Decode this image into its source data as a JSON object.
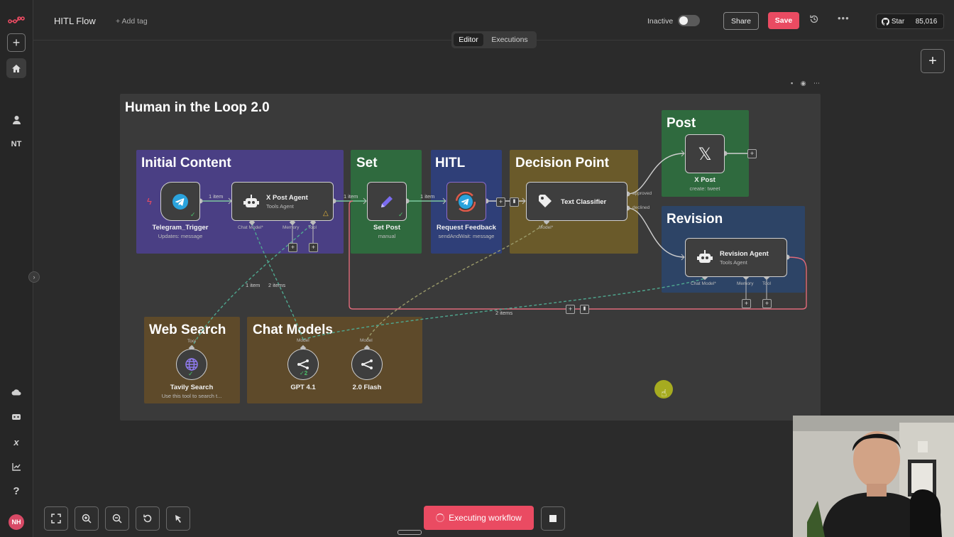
{
  "header": {
    "workflow_title": "HITL Flow",
    "add_tag": "+ Add tag",
    "status_label": "Inactive",
    "share_label": "Share",
    "save_label": "Save",
    "github_star_label": "Star",
    "github_star_count": "85,016",
    "tabs": [
      {
        "label": "Editor",
        "active": true
      },
      {
        "label": "Executions",
        "active": false
      }
    ]
  },
  "sidebar": {
    "user_initials_label": "NT",
    "avatar_initials": "NH"
  },
  "canvas": {
    "frame_title": "Human in the Loop 2.0",
    "groups": [
      {
        "title": "Initial Content",
        "color": "#4a3f84"
      },
      {
        "title": "Set",
        "color": "#2f6a3e"
      },
      {
        "title": "HITL",
        "color": "#2f3f78"
      },
      {
        "title": "Decision Point",
        "color": "#6a5a2a"
      },
      {
        "title": "Post",
        "color": "#2f6a3e"
      },
      {
        "title": "Revision",
        "color": "#2d4466"
      },
      {
        "title": "Web Search",
        "color": "#5e4a2a"
      },
      {
        "title": "Chat Models",
        "color": "#5e4a2a"
      }
    ],
    "nodes": {
      "telegram_trigger": {
        "label": "Telegram_Trigger",
        "sub": "Updates: message"
      },
      "x_post_agent": {
        "label": "X Post Agent",
        "sub": "Tools Agent",
        "ports": [
          "Chat Model*",
          "Memory",
          "Tool"
        ]
      },
      "set_post": {
        "label": "Set Post",
        "sub": "manual"
      },
      "request_feedback": {
        "label": "Request Feedback",
        "sub": "sendAndWait: message"
      },
      "text_classifier": {
        "label": "Text Classifier",
        "port": "Model*",
        "outputs": [
          "approved",
          "declined"
        ]
      },
      "x_post": {
        "label": "X Post",
        "sub": "create: tweet"
      },
      "revision_agent": {
        "label": "Revision Agent",
        "sub": "Tools Agent",
        "ports": [
          "Chat Model*",
          "Memory",
          "Tool"
        ]
      },
      "tavily_search": {
        "label": "Tavily Search",
        "sub": "Use this tool to search t...",
        "port": "Tool"
      },
      "gpt41": {
        "label": "GPT 4.1",
        "port": "Model",
        "badge": "2"
      },
      "flash20": {
        "label": "2.0 Flash",
        "port": "Model"
      }
    },
    "connection_labels": {
      "trigger_to_agent": "1 item",
      "agent_to_set": "1 item",
      "set_to_feedback": "1 item",
      "search_to_agent": "1 item",
      "model_to_agent": "2 items",
      "loop_back": "2 items"
    }
  },
  "bottom": {
    "executing_label": "Executing workflow"
  },
  "colors": {
    "accent": "#ea4b62",
    "success": "#4cc36b"
  }
}
